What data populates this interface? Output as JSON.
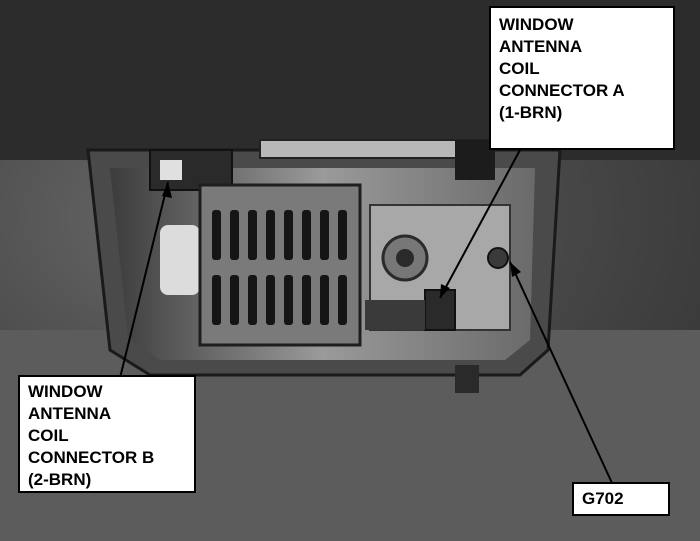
{
  "labels": {
    "connector_a": {
      "lines": [
        "WINDOW",
        "ANTENNA",
        "COIL",
        "CONNECTOR A",
        "(1-BRN)"
      ]
    },
    "connector_b": {
      "lines": [
        "WINDOW",
        "ANTENNA",
        "COIL",
        "CONNECTOR B",
        "(2-BRN)"
      ]
    },
    "ground": {
      "text": "G702"
    }
  }
}
